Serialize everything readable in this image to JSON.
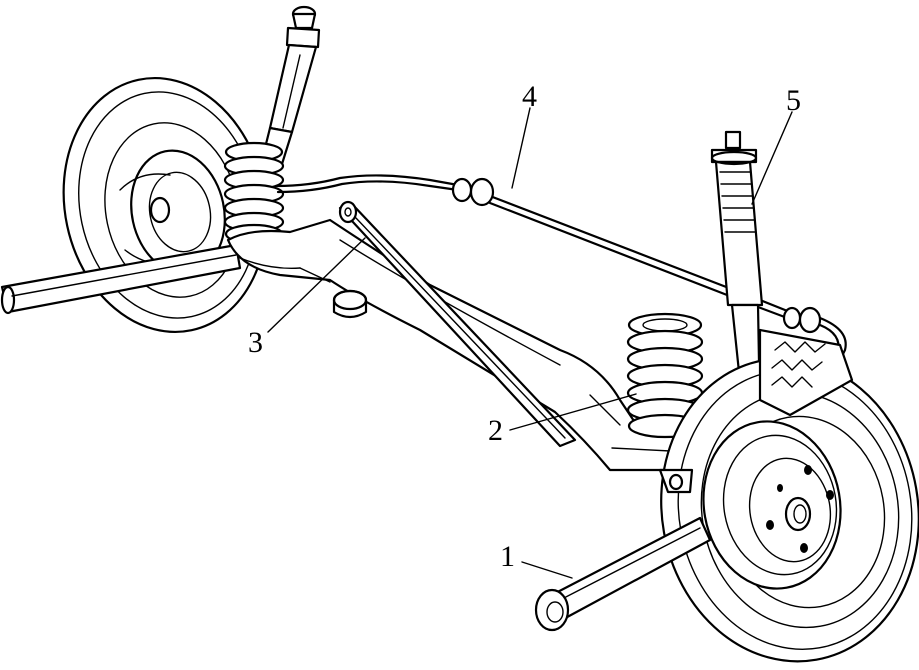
{
  "diagram": {
    "callouts": [
      {
        "id": "c1",
        "label": "1"
      },
      {
        "id": "c2",
        "label": "2"
      },
      {
        "id": "c3",
        "label": "3"
      },
      {
        "id": "c4",
        "label": "4"
      },
      {
        "id": "c5",
        "label": "5"
      }
    ]
  },
  "colors": {
    "ink": "#000000",
    "paper": "#ffffff"
  }
}
